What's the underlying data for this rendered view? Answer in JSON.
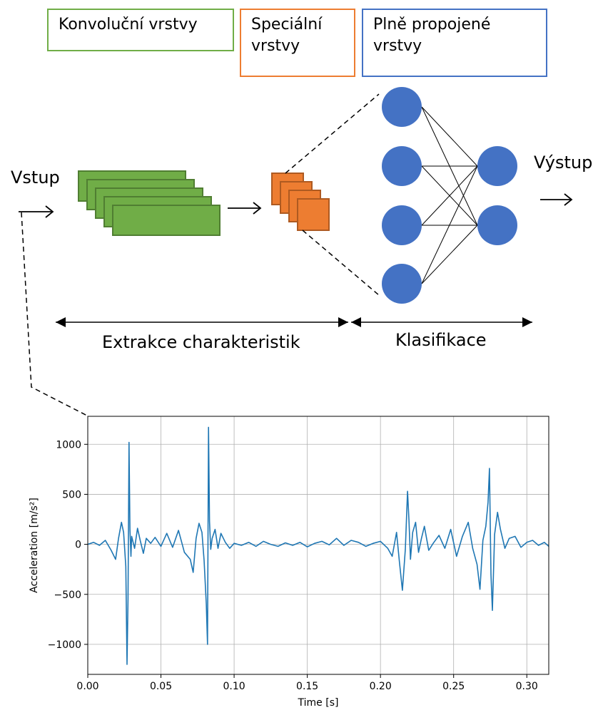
{
  "legend": {
    "conv": "Konvoluční vrstvy",
    "special_line1": "Speciální",
    "special_line2": "vrstvy",
    "fc_line1": "Plně propojené",
    "fc_line2": "vrstvy"
  },
  "labels": {
    "input": "Vstup",
    "output": "Výstup",
    "feature_extraction": "Extrakce charakteristik",
    "classification": "Klasifikace"
  },
  "colors": {
    "conv_fill": "#70ad47",
    "conv_border": "#507e32",
    "special_fill": "#ed7d31",
    "special_border": "#ae5a21",
    "fc_node": "#4472c4",
    "signal": "#1f77b4"
  },
  "chart_data": {
    "type": "line",
    "xlabel": "Time [s]",
    "ylabel": "Acceleration [m/s²]",
    "xlim": [
      0,
      0.315
    ],
    "ylim": [
      -1300,
      1280
    ],
    "xticks": [
      0.0,
      0.05,
      0.1,
      0.15,
      0.2,
      0.25,
      0.3
    ],
    "xtick_labels": [
      "0.00",
      "0.05",
      "0.10",
      "0.15",
      "0.20",
      "0.25",
      "0.30"
    ],
    "yticks": [
      -1000,
      -500,
      0,
      500,
      1000
    ],
    "ytick_labels": [
      "−1000",
      "−500",
      "0",
      "500",
      "1000"
    ],
    "grid": true,
    "series": [
      {
        "x": [
          0.0,
          0.004,
          0.008,
          0.012,
          0.016,
          0.019,
          0.021,
          0.023,
          0.0245,
          0.026,
          0.0268,
          0.0275,
          0.0282,
          0.0288,
          0.0295,
          0.03,
          0.032,
          0.034,
          0.036,
          0.038,
          0.04,
          0.043,
          0.046,
          0.05,
          0.054,
          0.058,
          0.062,
          0.066,
          0.07,
          0.072,
          0.074,
          0.076,
          0.078,
          0.0795,
          0.081,
          0.0818,
          0.0825,
          0.0832,
          0.084,
          0.085,
          0.087,
          0.089,
          0.091,
          0.094,
          0.097,
          0.1,
          0.105,
          0.11,
          0.115,
          0.12,
          0.125,
          0.13,
          0.135,
          0.14,
          0.145,
          0.15,
          0.155,
          0.16,
          0.165,
          0.17,
          0.175,
          0.18,
          0.185,
          0.19,
          0.195,
          0.2,
          0.205,
          0.208,
          0.211,
          0.213,
          0.215,
          0.217,
          0.2185,
          0.2195,
          0.2205,
          0.222,
          0.224,
          0.226,
          0.228,
          0.23,
          0.233,
          0.236,
          0.24,
          0.244,
          0.248,
          0.252,
          0.256,
          0.26,
          0.263,
          0.266,
          0.268,
          0.27,
          0.272,
          0.2735,
          0.2745,
          0.2755,
          0.2765,
          0.278,
          0.28,
          0.282,
          0.285,
          0.288,
          0.292,
          0.296,
          0.3,
          0.304,
          0.308,
          0.312,
          0.315
        ],
        "y": [
          0,
          20,
          -10,
          40,
          -60,
          -150,
          60,
          220,
          120,
          -220,
          -1200,
          -550,
          1020,
          150,
          -120,
          80,
          -40,
          160,
          30,
          -90,
          60,
          10,
          70,
          -20,
          110,
          -30,
          140,
          -80,
          -150,
          -280,
          60,
          210,
          120,
          -160,
          -600,
          -1000,
          1170,
          230,
          -50,
          60,
          150,
          -40,
          110,
          20,
          -40,
          10,
          -10,
          20,
          -20,
          30,
          0,
          -20,
          15,
          -10,
          20,
          -25,
          10,
          30,
          -5,
          60,
          -10,
          40,
          20,
          -20,
          10,
          30,
          -40,
          -120,
          120,
          -180,
          -460,
          -50,
          530,
          240,
          -150,
          120,
          220,
          -80,
          60,
          180,
          -60,
          10,
          90,
          -40,
          150,
          -120,
          80,
          220,
          -40,
          -200,
          -450,
          40,
          180,
          420,
          760,
          -300,
          -660,
          100,
          320,
          150,
          -40,
          60,
          80,
          -30,
          20,
          40,
          -10,
          20,
          -20
        ]
      }
    ]
  }
}
